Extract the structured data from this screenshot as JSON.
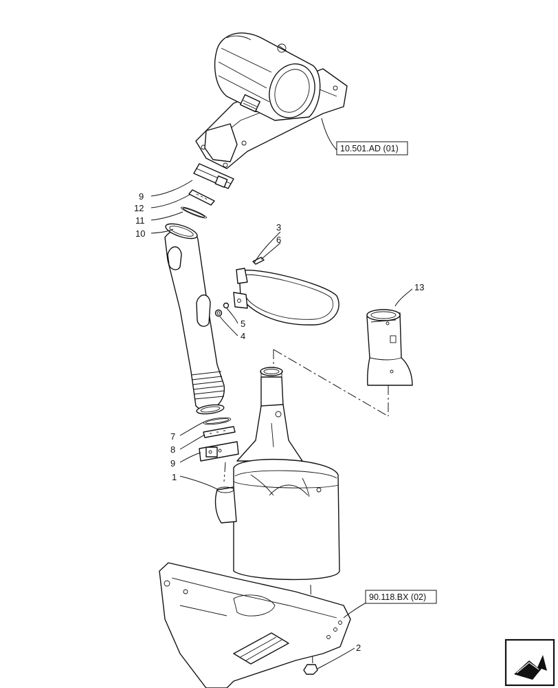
{
  "callouts": [
    {
      "id": "c1",
      "label": "1"
    },
    {
      "id": "c2",
      "label": "2"
    },
    {
      "id": "c3",
      "label": "3"
    },
    {
      "id": "c4",
      "label": "4"
    },
    {
      "id": "c5",
      "label": "5"
    },
    {
      "id": "c6",
      "label": "6"
    },
    {
      "id": "c7",
      "label": "7"
    },
    {
      "id": "c8",
      "label": "8"
    },
    {
      "id": "c9a",
      "label": "9"
    },
    {
      "id": "c9b",
      "label": "9"
    },
    {
      "id": "c10",
      "label": "10"
    },
    {
      "id": "c11",
      "label": "11"
    },
    {
      "id": "c12",
      "label": "12"
    },
    {
      "id": "c13",
      "label": "13"
    }
  ],
  "references": {
    "top": "10.501.AD (01)",
    "bottom": "90.118.BX (02)"
  },
  "nav_icon": "arrow-navigation-icon"
}
